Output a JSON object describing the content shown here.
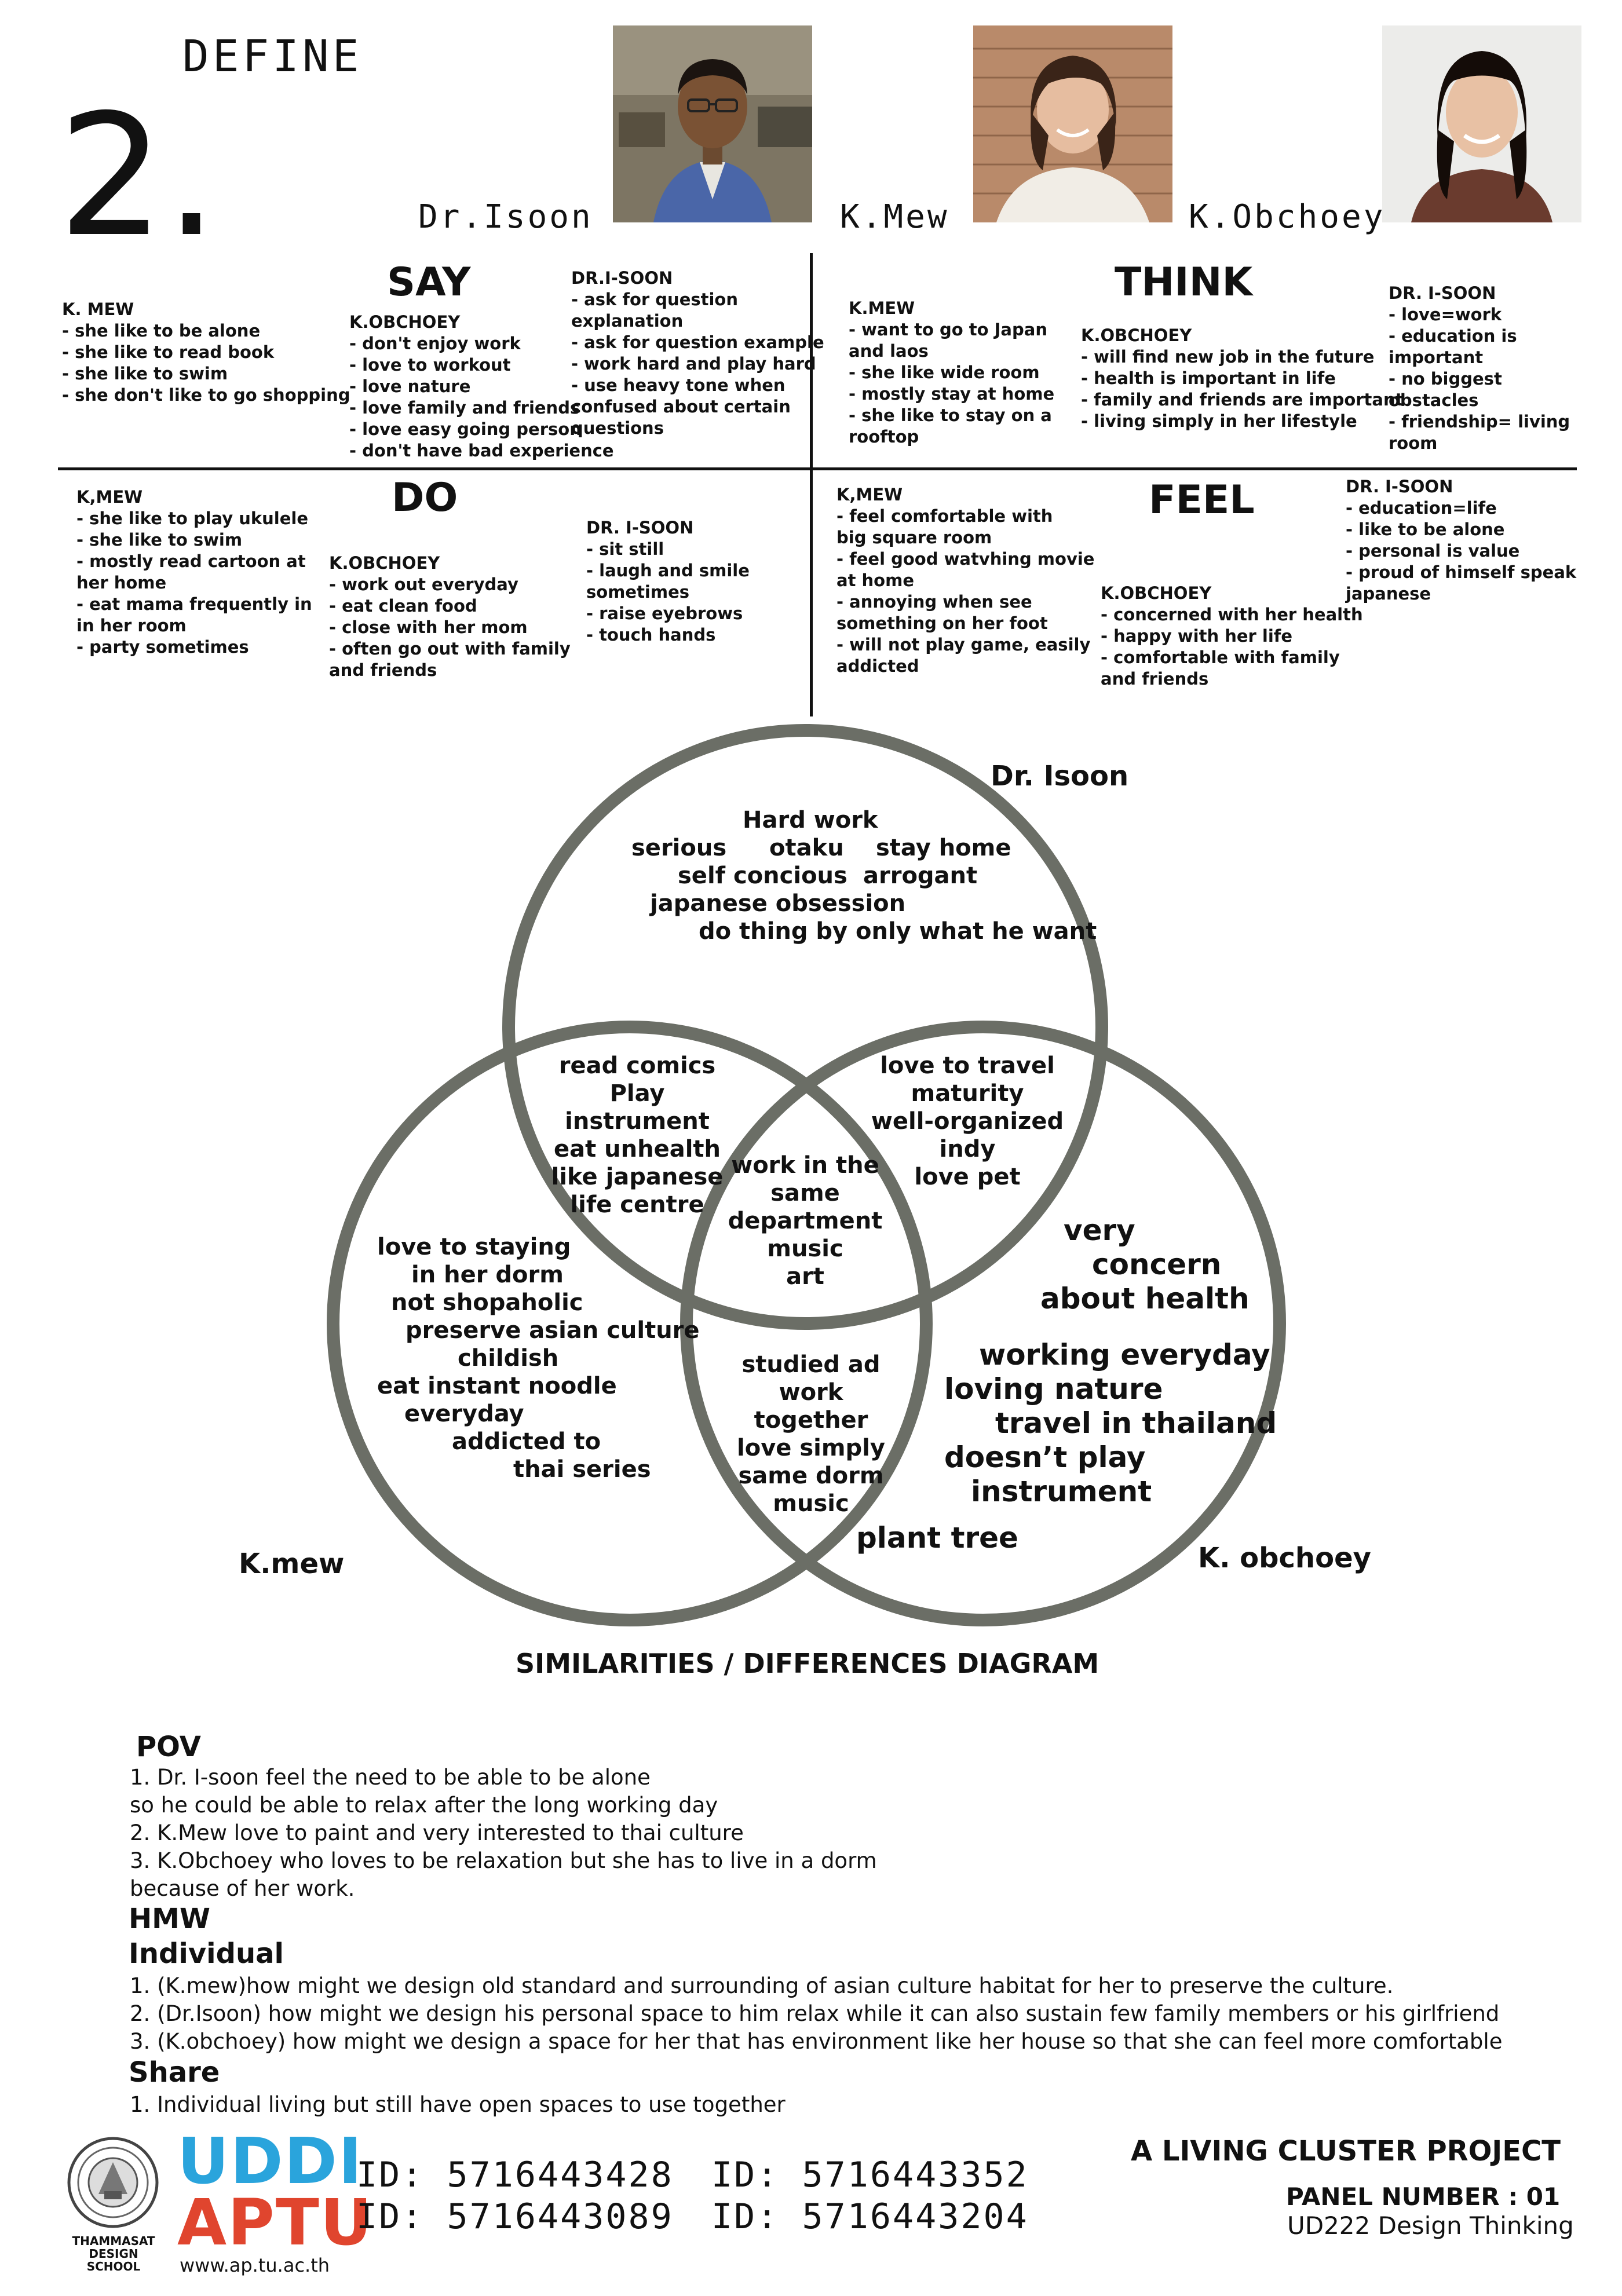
{
  "header": {
    "define_label": "DEFINE",
    "panel_number": "2.",
    "people": [
      {
        "name": "Dr.Isoon"
      },
      {
        "name": "K.Mew"
      },
      {
        "name": "K.Obchoey"
      }
    ]
  },
  "say": {
    "title": "SAY",
    "kmew": "K. MEW\n- she like to be alone\n- she like to read book\n- she like to swim\n- she don't like to go shopping",
    "kobchoey": "K.OBCHOEY\n- don't enjoy work\n- love to workout\n- love nature\n- love family and friends\n- love easy going person\n- don't have bad experience",
    "drisoon": "DR.I-SOON\n- ask for question\n  explanation\n- ask for question example\n- work hard and play hard\n- use heavy tone when\n  confused about certain\n  questions"
  },
  "think": {
    "title": "THINK",
    "kmew": "K.MEW\n- want to go to Japan\n   and laos\n- she like wide room\n- mostly stay at home\n- she like to stay on a\n   rooftop",
    "kobchoey": "K.OBCHOEY\n- will find new job in the future\n- health is important in life\n- family and friends are important\n- living simply in her lifestyle",
    "drisoon": "DR. I-SOON\n- love=work\n- education is\n   important\n- no biggest\n   obstacles\n- friendship= living\n   room"
  },
  "do": {
    "title": "DO",
    "kmew": "K,MEW\n- she like to play ukulele\n- she like to swim\n- mostly read cartoon at\n   her home\n- eat mama frequently in\n   in her room\n- party sometimes",
    "kobchoey": "K.OBCHOEY\n- work out everyday\n- eat clean food\n- close with her mom\n- often go out with family\n   and friends",
    "drisoon": "DR. I-SOON\n- sit still\n- laugh and smile\n   sometimes\n- raise eyebrows\n- touch hands"
  },
  "feel": {
    "title": "FEEL",
    "kmew": "K,MEW\n- feel comfortable with\n   big square room\n- feel good watvhing movie\n   at home\n- annoying when see\n   something on her foot\n- will not play game, easily\n   addicted",
    "kobchoey": "K.OBCHOEY\n- concerned with her health\n- happy with her life\n- comfortable with family\n   and friends",
    "drisoon": "DR. I-SOON\n- education=life\n- like to be alone\n- personal is value\n- proud of himself speak\n   japanese"
  },
  "venn": {
    "label_isoon": "Dr. Isoon",
    "label_mew": "K.mew",
    "label_obchoey": "K. obchoey",
    "isoon_only": [
      {
        "text": "Hard work"
      },
      {
        "text": "serious"
      },
      {
        "text": "otaku"
      },
      {
        "text": "stay home"
      },
      {
        "text": "self concious"
      },
      {
        "text": "arrogant"
      },
      {
        "text": "japanese obsession"
      },
      {
        "text": "do thing by only what he want"
      }
    ],
    "isoon_mew": "read comics\nPlay instrument\neat unhealth\nlike japanese\nlife centre",
    "isoon_obchoey": "love to travel\nmaturity\nwell-organized\nindy\nlove pet",
    "all_three": "work in the\nsame\ndepartment\nmusic\nart",
    "mew_only": [
      {
        "text": "love to staying"
      },
      {
        "text": "in her dorm"
      },
      {
        "text": "not shopaholic"
      },
      {
        "text": "preserve asian culture"
      },
      {
        "text": "childish"
      },
      {
        "text": "eat instant noodle"
      },
      {
        "text": "everyday"
      },
      {
        "text": "addicted to"
      },
      {
        "text": "thai series"
      }
    ],
    "mew_obchoey": "studied ad work\ntogether\nlove simply\nsame dorm\nmusic",
    "obchoey_only": [
      {
        "text": "very"
      },
      {
        "text": "concern"
      },
      {
        "text": "about health"
      },
      {
        "text": "working everyday"
      },
      {
        "text": "loving nature"
      },
      {
        "text": "travel in thailand"
      },
      {
        "text": "doesn’t play"
      },
      {
        "text": "instrument"
      },
      {
        "text": "plant tree"
      }
    ],
    "caption": "SIMILARITIES / DIFFERENCES DIAGRAM",
    "circle_color": "#6b6e66"
  },
  "pov": {
    "title": "POV",
    "items": [
      "1. Dr. I-soon feel the need to be able to be alone\n    so he could be able to relax after the long working day",
      "2. K.Mew love to paint and very interested to thai culture",
      "3. K.Obchoey who loves to be relaxation but she has to live in a dorm\n    because of her work."
    ]
  },
  "hmw": {
    "title": "HMW",
    "individual_title": "Individual",
    "individual": [
      "1. (K.mew)how might we design old standard and surrounding of asian culture habitat for her to preserve the culture.",
      "2. (Dr.Isoon) how might we design his personal space to him relax while it can also sustain few family members or his girlfriend",
      "3. (K.obchoey) how might we design a space for her that has environment like her house so that she can feel more comfortable"
    ],
    "share_title": "Share",
    "share": [
      "1. Individual living but still have open spaces to use together"
    ]
  },
  "footer": {
    "seal_text": "THAMMASAT\nDESIGN SCHOOL",
    "logo_top": "UDDI",
    "logo_bottom": "APTU",
    "website": "www.ap.tu.ac.th",
    "ids": [
      "ID: 5716443428",
      "ID: 5716443352",
      "ID: 5716443089",
      "ID: 5716443204"
    ],
    "project": "A LIVING CLUSTER PROJECT",
    "panel": "PANEL NUMBER : 01",
    "course": "UD222 Design Thinking",
    "logo_blue": "#2aa4dc",
    "logo_red": "#e0452e"
  }
}
